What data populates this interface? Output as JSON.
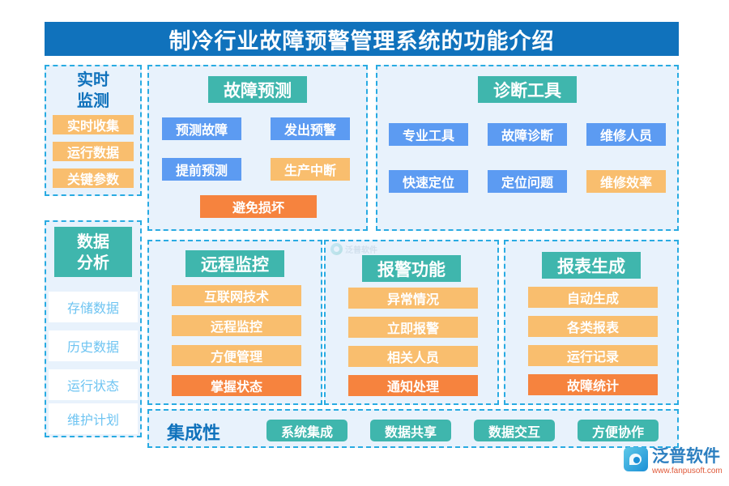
{
  "header": {
    "title": "制冷行业故障预警管理系统的功能介绍"
  },
  "colors": {
    "title_bar": "#1072BC",
    "panel_border": "#29ABE2",
    "panel_bg": "#E8F2FC",
    "teal": "#3FB6AD",
    "blue": "#5C9BF2",
    "orange_light": "#F9BE6E",
    "orange_dark": "#F6833E",
    "white_chip_text": "#6EC4F2"
  },
  "sidebar": {
    "monitor": {
      "title_line1": "实时",
      "title_line2": "监测",
      "items": [
        {
          "label": "实时收集",
          "style": "orange-l"
        },
        {
          "label": "运行数据",
          "style": "orange-l"
        },
        {
          "label": "关键参数",
          "style": "orange-l"
        }
      ]
    },
    "analysis": {
      "title_line1": "数据",
      "title_line2": "分析",
      "items": [
        {
          "label": "存储数据",
          "style": "white"
        },
        {
          "label": "历史数据",
          "style": "white"
        },
        {
          "label": "运行状态",
          "style": "white"
        },
        {
          "label": "维护计划",
          "style": "white"
        }
      ]
    }
  },
  "panels": {
    "prediction": {
      "title": "故障预测",
      "items": [
        {
          "label": "预测故障",
          "style": "blue"
        },
        {
          "label": "发出预警",
          "style": "blue"
        },
        {
          "label": "提前预测",
          "style": "blue"
        },
        {
          "label": "生产中断",
          "style": "orange-l"
        },
        {
          "label": "避免损坏",
          "style": "orange-d"
        }
      ]
    },
    "diagnosis": {
      "title": "诊断工具",
      "items": [
        {
          "label": "专业工具",
          "style": "blue"
        },
        {
          "label": "故障诊断",
          "style": "blue"
        },
        {
          "label": "维修人员",
          "style": "blue"
        },
        {
          "label": "快速定位",
          "style": "blue"
        },
        {
          "label": "定位问题",
          "style": "blue"
        },
        {
          "label": "维修效率",
          "style": "orange-l"
        }
      ]
    },
    "remote": {
      "title": "远程监控",
      "items": [
        {
          "label": "互联网技术",
          "style": "orange-l"
        },
        {
          "label": "远程监控",
          "style": "orange-l"
        },
        {
          "label": "方便管理",
          "style": "orange-l"
        },
        {
          "label": "掌握状态",
          "style": "orange-d"
        }
      ]
    },
    "alarm": {
      "title": "报警功能",
      "items": [
        {
          "label": "异常情况",
          "style": "orange-l"
        },
        {
          "label": "立即报警",
          "style": "orange-l"
        },
        {
          "label": "相关人员",
          "style": "orange-l"
        },
        {
          "label": "通知处理",
          "style": "orange-d"
        }
      ]
    },
    "report": {
      "title": "报表生成",
      "items": [
        {
          "label": "自动生成",
          "style": "orange-l"
        },
        {
          "label": "各类报表",
          "style": "orange-l"
        },
        {
          "label": "运行记录",
          "style": "orange-l"
        },
        {
          "label": "故障统计",
          "style": "orange-d"
        }
      ]
    },
    "integration": {
      "title": "集成性",
      "items": [
        {
          "label": "系统集成",
          "style": "teal"
        },
        {
          "label": "数据共享",
          "style": "teal"
        },
        {
          "label": "数据交互",
          "style": "teal"
        },
        {
          "label": "方便协作",
          "style": "teal"
        }
      ]
    }
  },
  "watermark": {
    "brand": "泛普软件"
  },
  "logo": {
    "brand": "泛普软件",
    "url": "www.fanpusoft.com"
  }
}
